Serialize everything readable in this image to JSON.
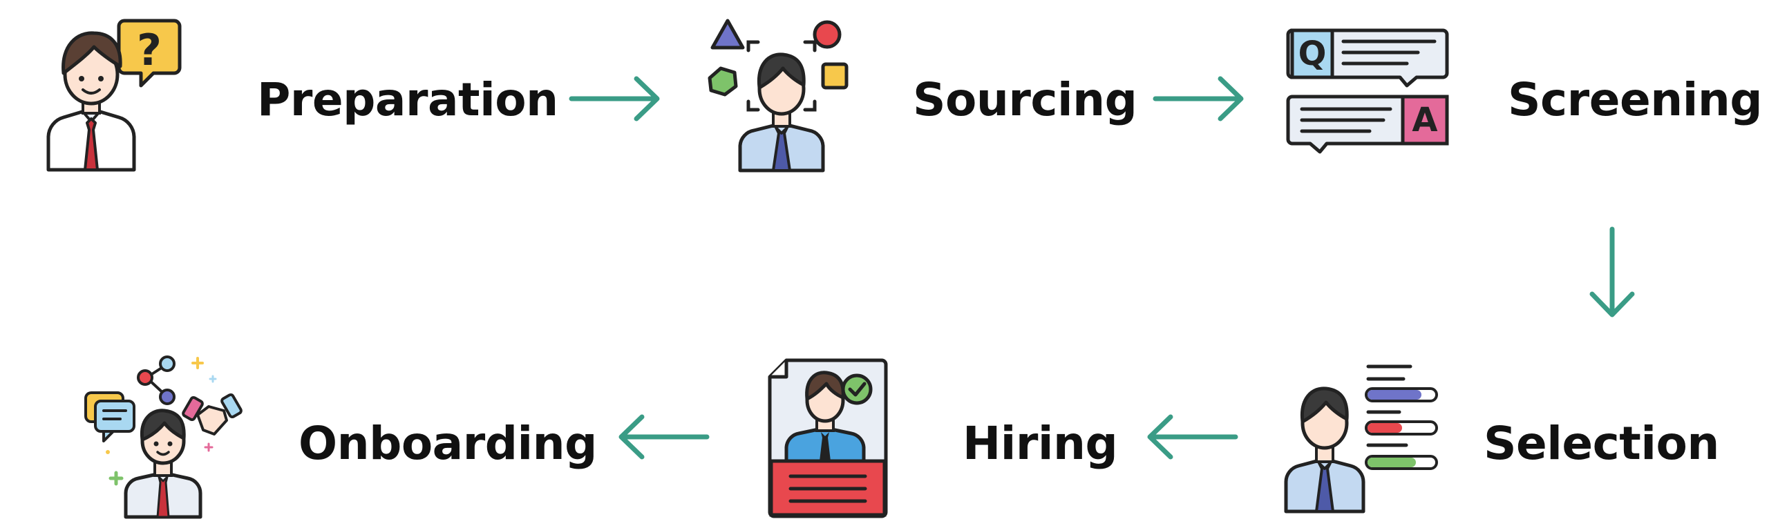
{
  "steps": [
    {
      "label": "Preparation",
      "icon": "recruiter-question-icon"
    },
    {
      "label": "Sourcing",
      "icon": "candidate-shapes-icon"
    },
    {
      "label": "Screening",
      "icon": "qa-chat-icon"
    },
    {
      "label": "Selection",
      "icon": "candidate-ranking-icon"
    },
    {
      "label": "Hiring",
      "icon": "approved-resume-icon"
    },
    {
      "label": "Onboarding",
      "icon": "welcome-handshake-icon"
    }
  ],
  "colors": {
    "arrow": "#3a9c86",
    "outline": "#222222",
    "skin": "#fde3d3",
    "hair": "#5a4034",
    "hair_dark": "#3a3a3a",
    "shirt_blue": "#c3d9f1",
    "tie_blue": "#4e5aa8",
    "tie_red": "#c8323c",
    "yellow": "#f7c84b",
    "red": "#e8484e",
    "pink": "#e46a9a",
    "light_blue": "#a9d8f1",
    "green": "#7ec36a",
    "purple": "#6f74c9"
  }
}
